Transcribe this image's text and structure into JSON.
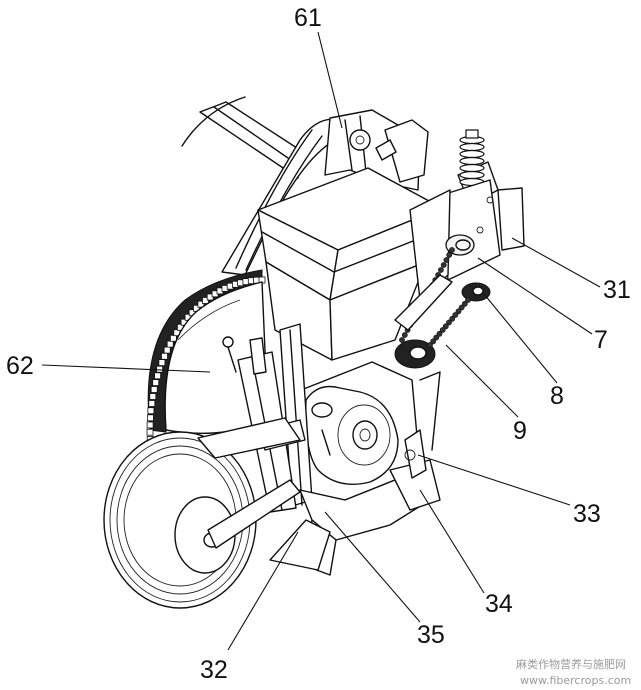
{
  "callouts": [
    {
      "id": "c61",
      "text": "61"
    },
    {
      "id": "c62",
      "text": "62"
    },
    {
      "id": "c31",
      "text": "31"
    },
    {
      "id": "c7",
      "text": "7"
    },
    {
      "id": "c8",
      "text": "8"
    },
    {
      "id": "c9",
      "text": "9"
    },
    {
      "id": "c33",
      "text": "33"
    },
    {
      "id": "c34",
      "text": "34"
    },
    {
      "id": "c35",
      "text": "35"
    },
    {
      "id": "c32",
      "text": "32"
    }
  ],
  "watermark": {
    "line1": "麻类作物营养与施肥网",
    "line2": "www.fibercrops.com"
  }
}
